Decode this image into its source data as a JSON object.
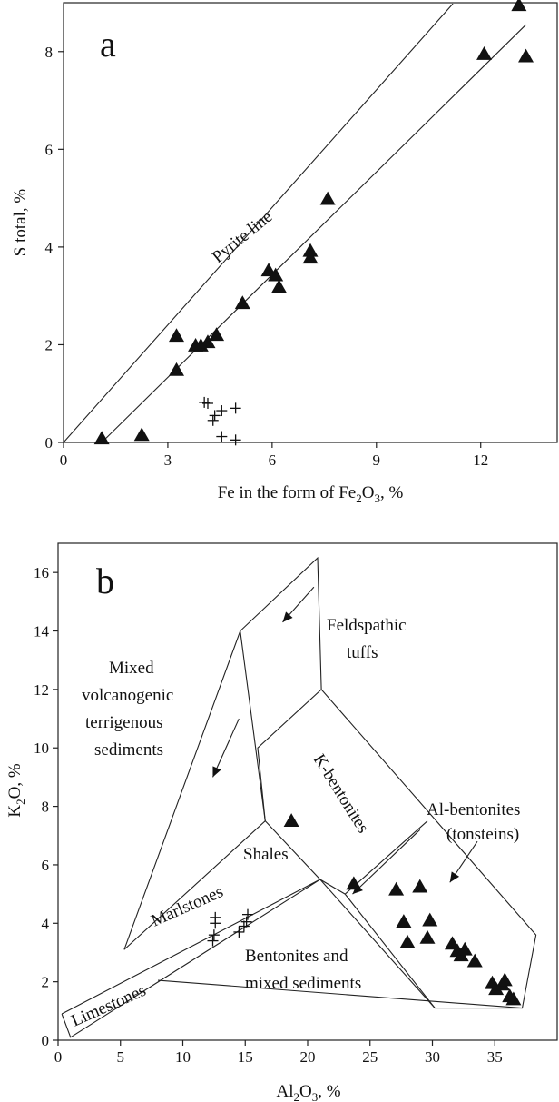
{
  "chart_data": [
    {
      "type": "scatter",
      "panel_label": "a",
      "xlabel": "Fe in the form of Fe",
      "xlabel_sub": "2",
      "xlabel_mid": "O",
      "xlabel_sub2": "3",
      "xlabel_end": ", %",
      "ylabel": "S total, %",
      "xlim": [
        0,
        14.2
      ],
      "ylim": [
        0,
        9.0
      ],
      "xticks": [
        "0",
        "3",
        "6",
        "9",
        "12"
      ],
      "yticks": [
        "0",
        "2",
        "4",
        "6",
        "8"
      ],
      "pyrite_line_label": "Pyrite line",
      "pyrite_line": [
        [
          0,
          0
        ],
        [
          11.2,
          8.98
        ]
      ],
      "fit_line": [
        [
          1.1,
          0
        ],
        [
          13.3,
          8.55
        ]
      ],
      "series": [
        {
          "marker": "triangle",
          "points": [
            [
              1.1,
              0.08
            ],
            [
              2.25,
              0.15
            ],
            [
              3.25,
              1.48
            ],
            [
              3.25,
              2.18
            ],
            [
              3.8,
              1.98
            ],
            [
              3.95,
              1.98
            ],
            [
              4.15,
              2.05
            ],
            [
              4.4,
              2.2
            ],
            [
              5.15,
              2.85
            ],
            [
              5.9,
              3.52
            ],
            [
              6.1,
              3.42
            ],
            [
              6.2,
              3.18
            ],
            [
              7.1,
              3.92
            ],
            [
              7.1,
              3.78
            ],
            [
              7.6,
              4.98
            ],
            [
              12.1,
              7.95
            ],
            [
              13.1,
              8.95
            ],
            [
              13.3,
              7.9
            ]
          ]
        },
        {
          "marker": "plus",
          "points": [
            [
              4.05,
              0.82
            ],
            [
              4.15,
              0.8
            ],
            [
              4.3,
              0.45
            ],
            [
              4.35,
              0.55
            ],
            [
              4.55,
              0.65
            ],
            [
              4.55,
              0.12
            ],
            [
              4.95,
              0.7
            ],
            [
              4.95,
              0.05
            ]
          ]
        }
      ]
    },
    {
      "type": "scatter",
      "panel_label": "b",
      "xlabel": "Al",
      "xlabel_sub": "2",
      "xlabel_mid": "O",
      "xlabel_sub2": "3",
      "xlabel_end": ", %",
      "ylabel": "K",
      "ylabel_sub": "2",
      "ylabel_end": "O, %",
      "xlim": [
        0,
        40
      ],
      "ylim": [
        0,
        17
      ],
      "xticks": [
        "0",
        "5",
        "10",
        "15",
        "20",
        "25",
        "30",
        "35"
      ],
      "yticks": [
        "0",
        "2",
        "4",
        "6",
        "8",
        "10",
        "12",
        "14",
        "16"
      ],
      "region_labels": {
        "feldspathic": [
          "Feldspathic",
          "tuffs"
        ],
        "mixed_volc": [
          "Mixed",
          "volcanogenic",
          "terrigenous",
          "sediments"
        ],
        "k_bentonites": "K-bentonites",
        "al_bentonites": [
          "Al-bentonites",
          "(tonsteins)"
        ],
        "shales": "Shales",
        "marlstones": "Marlstones",
        "limestones": "Limestones",
        "bentonites_mixed": [
          "Bentonites and",
          "mixed sediments"
        ]
      },
      "boundaries": [
        [
          [
            0.3,
            0.9
          ],
          [
            1,
            0.1
          ],
          [
            21,
            5.5
          ],
          [
            0.3,
            0.9
          ]
        ],
        [
          [
            5.3,
            3.1
          ],
          [
            14.6,
            14.0
          ],
          [
            20.8,
            16.5
          ],
          [
            21.1,
            12.0
          ],
          [
            38.3,
            3.6
          ],
          [
            37.2,
            1.1
          ],
          [
            30.2,
            1.1
          ],
          [
            23.0,
            5.0
          ]
        ],
        [
          [
            14.6,
            14.0
          ],
          [
            16.6,
            7.5
          ],
          [
            5.3,
            3.1
          ]
        ],
        [
          [
            16.6,
            7.5
          ],
          [
            21,
            5.5
          ],
          [
            23.0,
            5.0
          ]
        ],
        [
          [
            8.0,
            2.05
          ],
          [
            37.2,
            1.1
          ]
        ],
        [
          [
            21,
            5.5
          ],
          [
            30.2,
            1.1
          ]
        ],
        [
          [
            21.1,
            12.0
          ],
          [
            16.0,
            10.0
          ],
          [
            16.6,
            7.5
          ]
        ],
        [
          [
            23.0,
            5.0
          ],
          [
            29.6,
            7.5
          ]
        ]
      ],
      "arrows": [
        [
          [
            20.5,
            15.5
          ],
          [
            18.0,
            14.3
          ]
        ],
        [
          [
            14.5,
            11.0
          ],
          [
            12.4,
            9.0
          ]
        ],
        [
          [
            29.0,
            7.2
          ],
          [
            23.6,
            5.0
          ]
        ],
        [
          [
            33.6,
            6.8
          ],
          [
            31.4,
            5.4
          ]
        ]
      ],
      "series": [
        {
          "marker": "triangle",
          "points": [
            [
              18.7,
              7.5
            ],
            [
              23.7,
              5.35
            ],
            [
              27.1,
              5.15
            ],
            [
              29.0,
              5.25
            ],
            [
              27.7,
              4.05
            ],
            [
              29.8,
              4.1
            ],
            [
              28.0,
              3.35
            ],
            [
              29.6,
              3.5
            ],
            [
              31.6,
              3.3
            ],
            [
              32.0,
              3.05
            ],
            [
              32.3,
              2.9
            ],
            [
              32.6,
              3.1
            ],
            [
              33.4,
              2.7
            ],
            [
              34.8,
              1.95
            ],
            [
              35.1,
              1.75
            ],
            [
              35.6,
              1.9
            ],
            [
              35.8,
              2.05
            ],
            [
              36.2,
              1.5
            ],
            [
              36.5,
              1.4
            ]
          ]
        },
        {
          "marker": "plus",
          "points": [
            [
              12.4,
              3.4
            ],
            [
              12.5,
              3.6
            ],
            [
              12.6,
              4.0
            ],
            [
              12.6,
              4.2
            ],
            [
              14.5,
              3.7
            ],
            [
              14.9,
              3.9
            ],
            [
              15.1,
              4.05
            ],
            [
              15.2,
              4.3
            ]
          ]
        }
      ]
    }
  ]
}
